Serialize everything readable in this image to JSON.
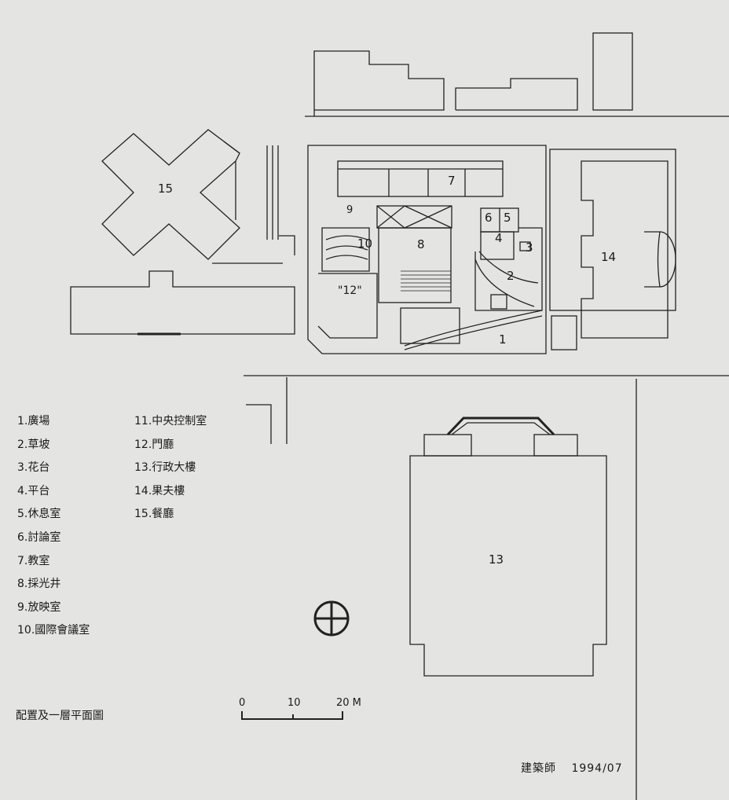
{
  "drawing": {
    "title": "配置及一層平面圖",
    "credit": "建築師",
    "date": "1994/07",
    "scale": {
      "labels": [
        "0",
        "10",
        "20 M"
      ]
    },
    "legend_left": [
      "1.廣場",
      "2.草坡",
      "3.花台",
      "4.平台",
      "5.休息室",
      "6.討論室",
      "7.教室",
      "8.採光井",
      "9.放映室",
      "10.國際會議室"
    ],
    "legend_right": [
      "11.中央控制室",
      "12.門廳",
      "13.行政大樓",
      "14.果夫樓",
      "15.餐廳"
    ],
    "room_numbers": {
      "r1": "1",
      "r2": "2",
      "r3": "3",
      "r4": "4",
      "r5": "5",
      "r6": "6",
      "r7": "7",
      "r8": "8",
      "r9": "9",
      "r10": "10",
      "r12": "\"12\"",
      "r13": "13",
      "r14": "14",
      "r15": "15"
    }
  }
}
